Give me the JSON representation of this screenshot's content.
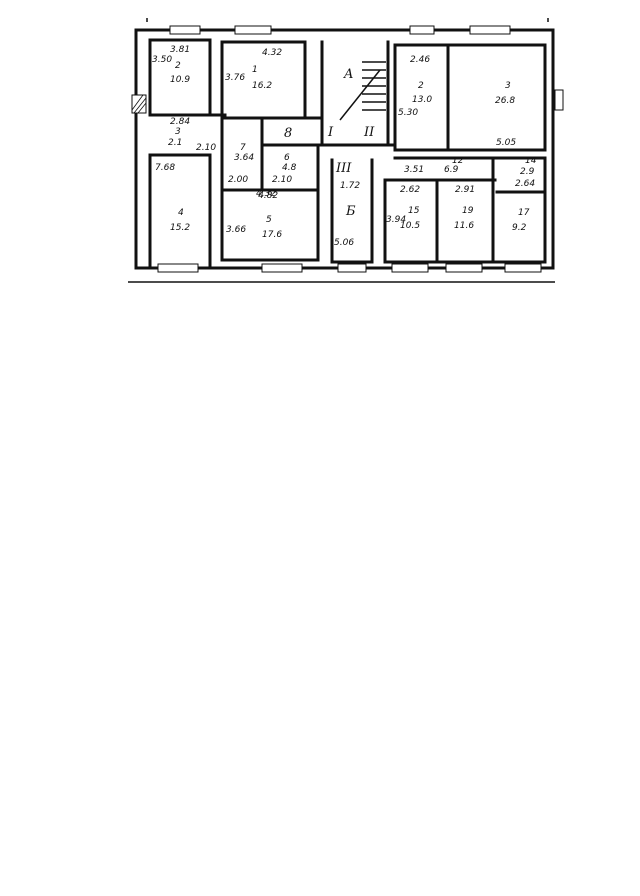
{
  "rooms": [
    {
      "id": "room-2",
      "num": "2",
      "area": "10.9",
      "dims": [
        "3.81",
        "3.50"
      ]
    },
    {
      "id": "room-1",
      "num": "1",
      "area": "16.2",
      "dims": [
        "4.32",
        "3.76"
      ]
    },
    {
      "id": "room-A",
      "num": "A"
    },
    {
      "id": "room-2b",
      "num": "2",
      "area": "13.0",
      "dims": [
        "2.46",
        "5.30"
      ]
    },
    {
      "id": "room-3",
      "num": "3",
      "area": "26.8",
      "dims": [
        "5.05"
      ]
    },
    {
      "id": "room-3s",
      "num": "3",
      "area": "2.1",
      "dims": [
        "2.84",
        "2.10"
      ]
    },
    {
      "id": "room-7",
      "num": "7",
      "area": "3.64"
    },
    {
      "id": "room-8",
      "num": "8"
    },
    {
      "id": "room-6",
      "num": "6",
      "area": "4.8",
      "dims": [
        "2.10",
        "4.32"
      ]
    },
    {
      "id": "room-12",
      "num": "12",
      "area": "6.9",
      "dims": [
        "3.51",
        "2.62"
      ]
    },
    {
      "id": "room-14",
      "num": "14",
      "area": "2.9",
      "dims": [
        "2.64"
      ]
    },
    {
      "id": "room-4",
      "num": "4",
      "area": "15.2",
      "dims": [
        "7.68"
      ]
    },
    {
      "id": "room-5",
      "num": "5",
      "area": "17.6",
      "dims": [
        "4.82",
        "3.66",
        "2.00"
      ]
    },
    {
      "id": "room-B",
      "num": "Б",
      "dims": [
        "1.72",
        "5.06"
      ]
    },
    {
      "id": "room-15",
      "num": "15",
      "area": "10.5",
      "dims": [
        "3.94"
      ]
    },
    {
      "id": "room-19",
      "num": "19",
      "area": "11.6",
      "dims": [
        "2.91"
      ]
    },
    {
      "id": "room-17",
      "num": "17",
      "area": "9.2"
    }
  ],
  "stairs": [
    "I",
    "II",
    "III"
  ]
}
